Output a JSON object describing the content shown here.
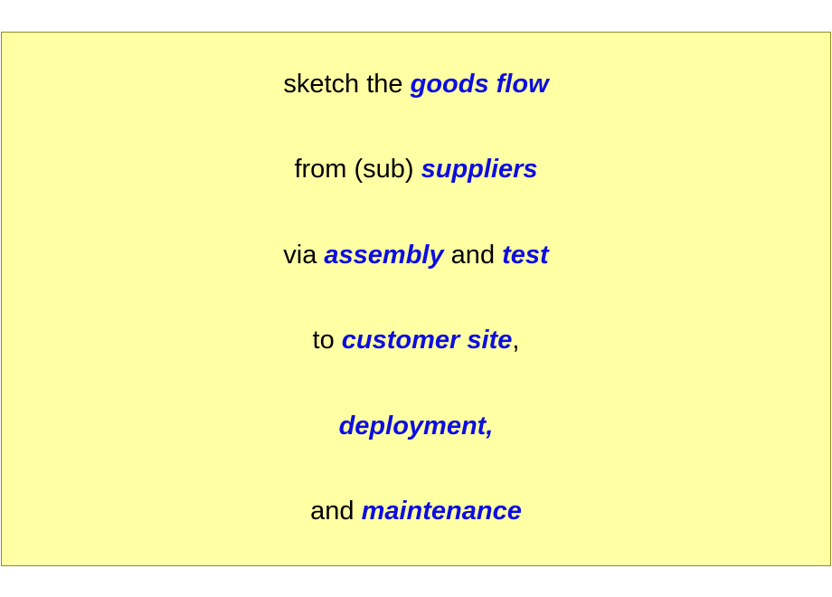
{
  "lines": [
    {
      "plain_a": "sketch the ",
      "emph_a": "goods flow"
    },
    {
      "plain_a": "from (sub) ",
      "emph_a": "suppliers"
    },
    {
      "plain_a": "via ",
      "emph_a": "assembly",
      "plain_b": " and ",
      "emph_b": "test"
    },
    {
      "plain_a": "to ",
      "emph_a": "customer site",
      "plain_b": ","
    },
    {
      "emph_a": "deployment,"
    },
    {
      "plain_a": "and ",
      "emph_a": "maintenance"
    }
  ],
  "colors": {
    "box_background": "#ffffa3",
    "box_border": "#8c8c2e",
    "emphasis": "#0d0de0",
    "text": "#000000"
  }
}
